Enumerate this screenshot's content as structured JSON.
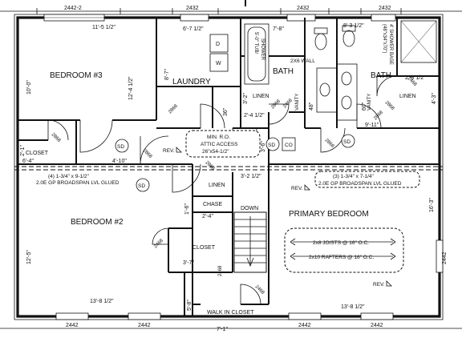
{
  "rooms": {
    "bedroom3": "BEDROOM #3",
    "bedroom2": "BEDROOM #2",
    "primary": "PRIMARY BEDROOM",
    "laundry": "LAUNDRY",
    "bath1": "BATH",
    "bath2": "BATH",
    "closet1": "CLOSET",
    "closet2": "CLOSET",
    "linen1": "LINEN",
    "linen2": "LINEN",
    "linen3": "LINEN",
    "chase": "CHASE",
    "down": "DOWN",
    "walkin": "WALK IN CLOSET"
  },
  "window_labels": [
    "2442-2",
    "2432",
    "2432",
    "2432",
    "2442",
    "2442",
    "2442",
    "2442",
    "2442"
  ],
  "door_labels": [
    "2868",
    "2868",
    "2868",
    "2868",
    "2868",
    "2868",
    "2868",
    "2868",
    "2868",
    "2468",
    "2468",
    "2468",
    "2468",
    "2468"
  ],
  "dimensions": {
    "bed3_w": "11'-5 1/2\"",
    "bed3_h": "10'-0\"",
    "bed3_h2": "12'-4 1/2\"",
    "laundry_w": "6'-7 1/2\"",
    "laundry_h": "8'-7\"",
    "bath1_w": "7'-8\"",
    "bath2_w": "8'-3 1/2\"",
    "bath2_h": "4'-3\"",
    "closet1_w": "6'-4\"",
    "closet1_h": "2'-1\"",
    "hall_w": "4'-10\"",
    "bed2_w": "13'-8 1/2\"",
    "bed2_h": "12'-5\"",
    "closet2_w": "3'-7\"",
    "chase_w": "2'-4\"",
    "chase_h": "1'-6\"",
    "linen_w": "3'-2 1/2\"",
    "vanity1_d": "36\"",
    "linen1_w": "2'-4 1/2\"",
    "linen1_h": "3'-2\"",
    "shower_d": "3'-6\"",
    "vanity2_d": "48\"",
    "vanity3_d": "60\"",
    "bath2_w2": "9'-11\"",
    "bath2_small": "2'-8 1/2\"",
    "primary_w": "13'-8 1/2\"",
    "primary_h": "16'-3\"",
    "walkin_w": "7'-1\"",
    "walkin_h": "5'-8\""
  },
  "notes": {
    "attic": [
      "MIN. R.O.",
      "ATTIC ACCESS",
      "26\"x54-1/2\""
    ],
    "beam_left": [
      "(4) 1-3/4\" x 9-1/2\"",
      "2.0E GP BROADSPAN LVL GLUED"
    ],
    "beam_right": [
      "(3) 1-3/4\" x 7-1/4\"",
      "2.0E GP BROADSPAN LVL GLUED"
    ],
    "joists": "2x8 JOISTS @ 16\" O.C.",
    "rafters": "2x10 RAFTERS @ 16\" O.C.",
    "wall2x6": "2X6 WALL",
    "tub": [
      "5'-0\" TUB/",
      "SHOWER"
    ],
    "shower_base": [
      "4' SHOWER BASE",
      "(48\"x34\"x70\")"
    ],
    "rev": "REV."
  },
  "fixtures": {
    "w": "W",
    "d": "D",
    "vanity": "VANITY",
    "sd": "SD",
    "co": "CO"
  }
}
